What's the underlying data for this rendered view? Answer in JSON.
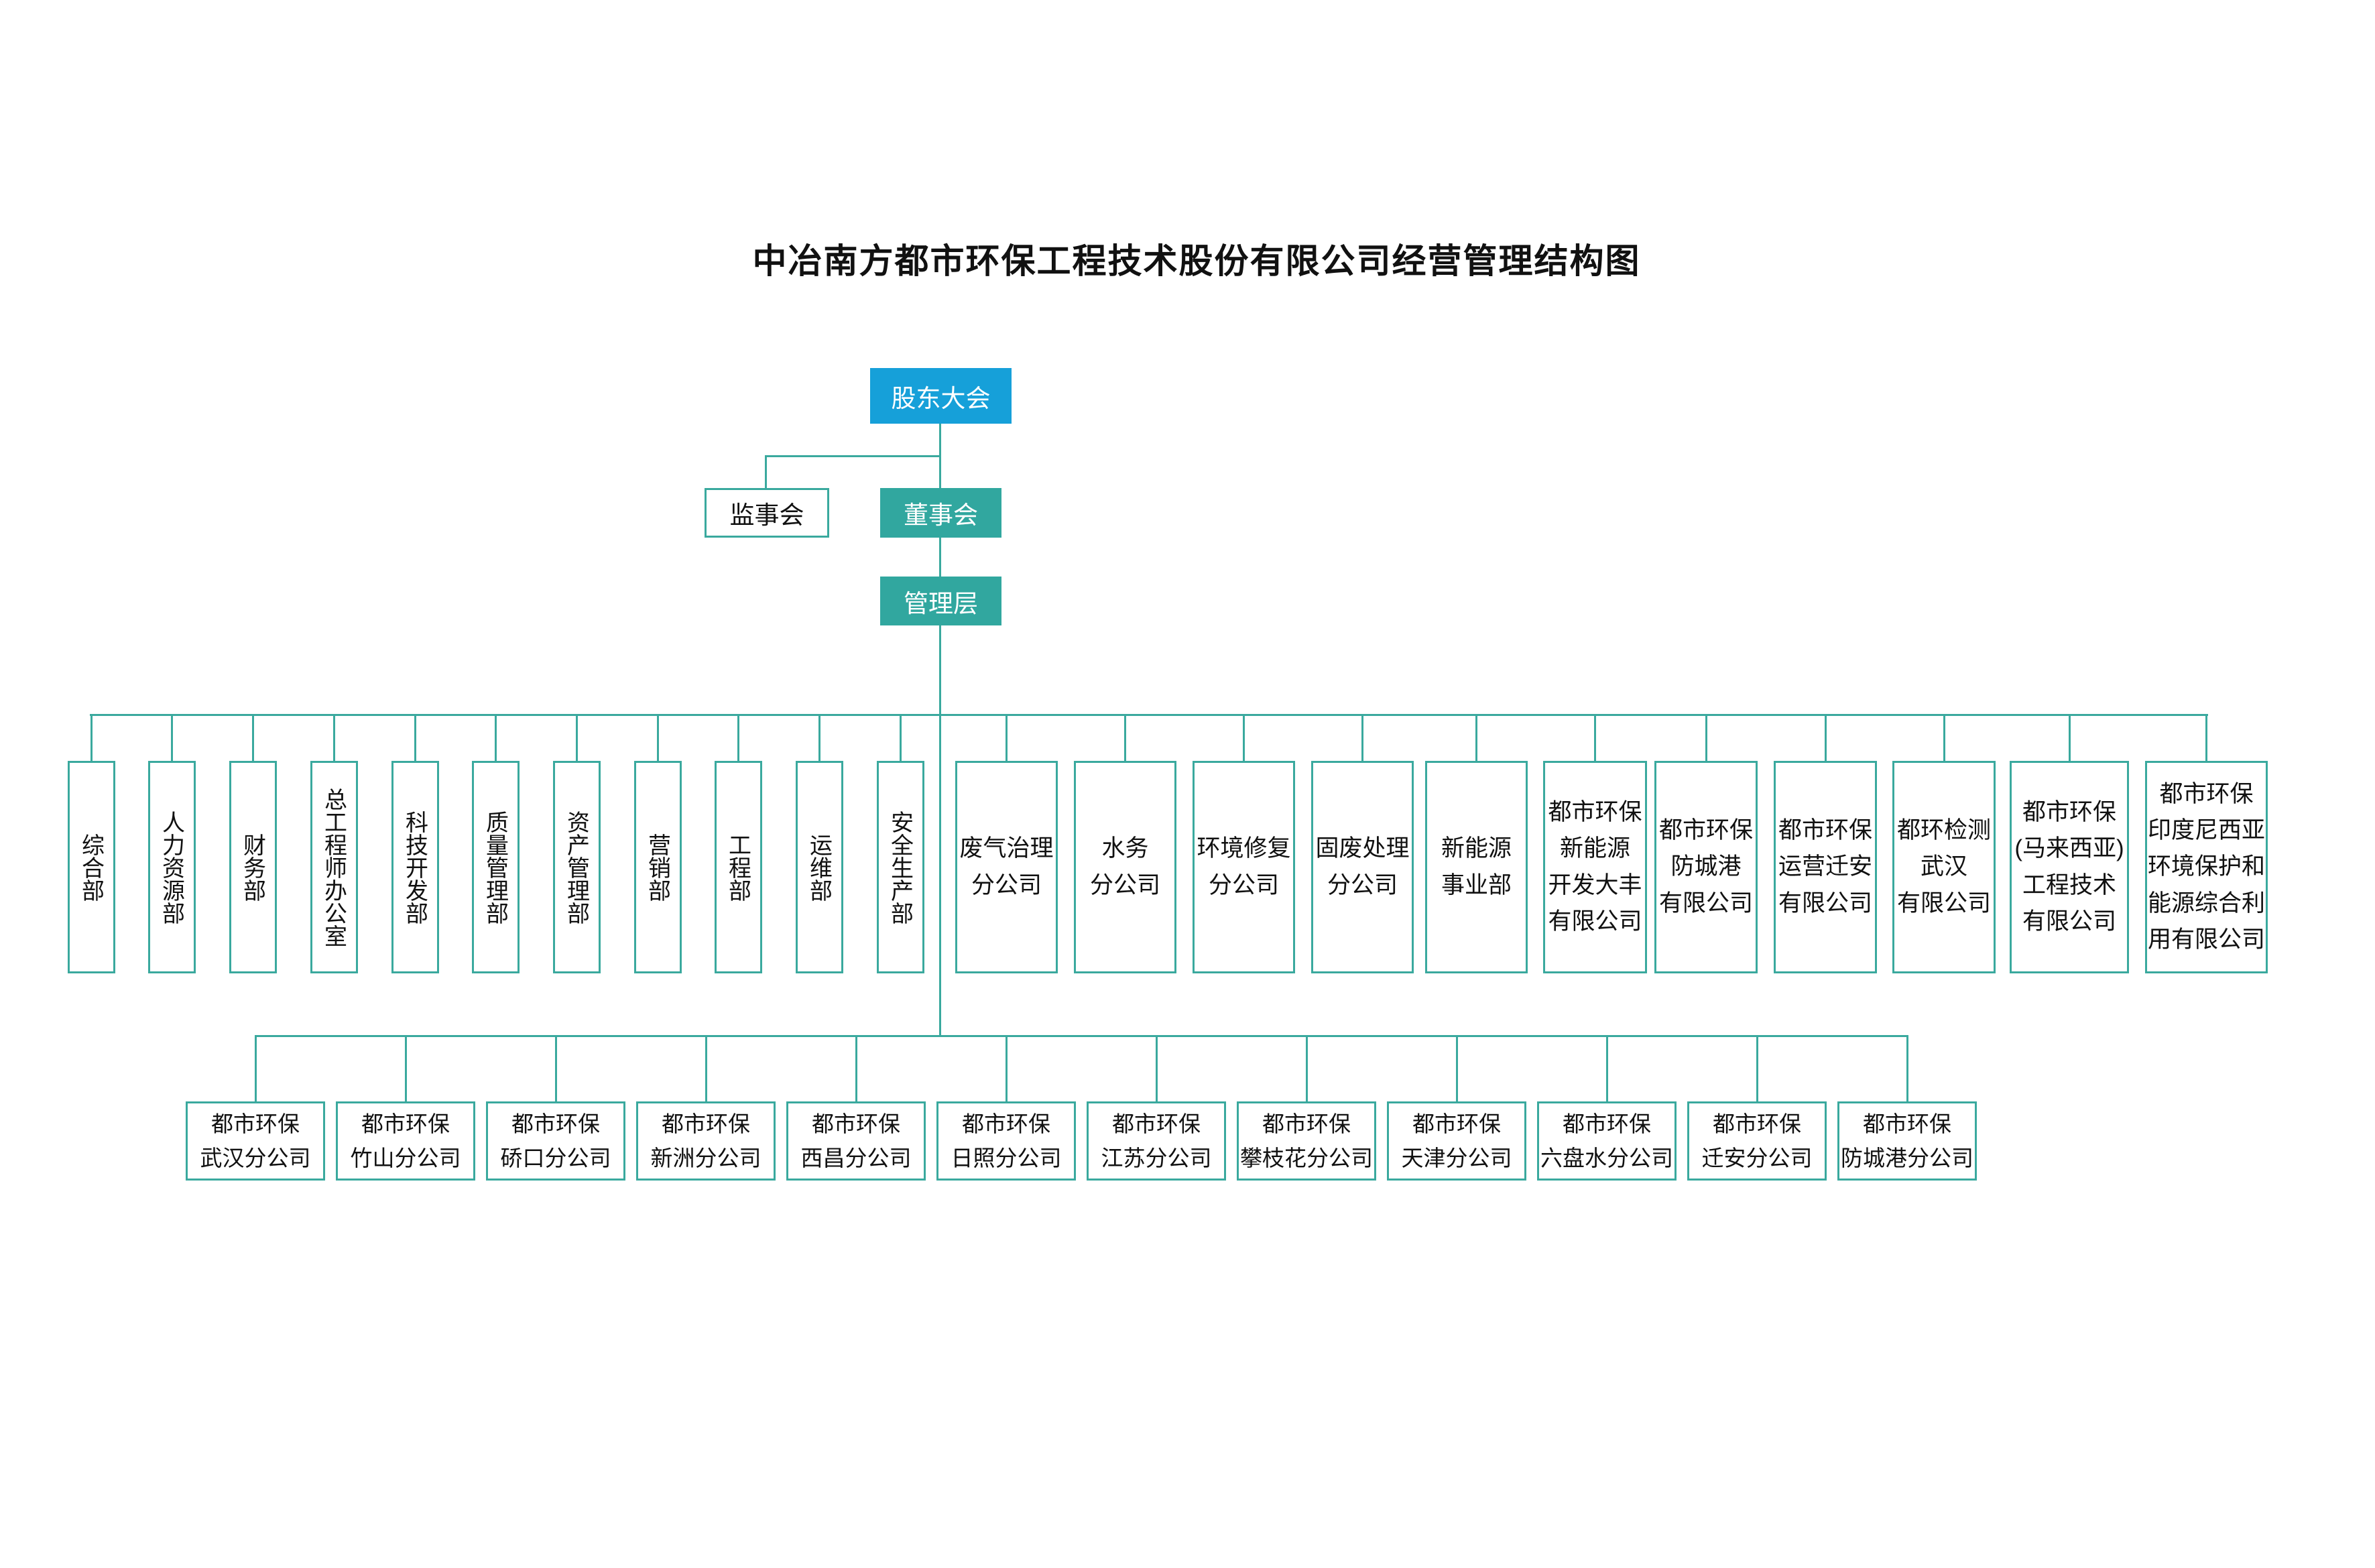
{
  "title": "中冶南方都市环保工程技术股份有限公司经营管理结构图",
  "colors": {
    "top_box_blue": "#16a0d9",
    "filled_box_teal": "#31a79f",
    "line_teal": "#3aa99e",
    "text_black": "#111111",
    "text_white": "#ffffff"
  },
  "governance": {
    "shareholders": "股东大会",
    "supervisors": "监事会",
    "board": "董事会",
    "management": "管理层"
  },
  "departments": [
    "综合部",
    "人力资源部",
    "财务部",
    "总工程师办公室",
    "科技开发部",
    "质量管理部",
    "资产管理部",
    "营销部",
    "工程部",
    "运维部",
    "安全生产部"
  ],
  "branches": [
    "废气治理\n分公司",
    "水务\n分公司",
    "环境修复\n分公司",
    "固废处理\n分公司",
    "新能源\n事业部",
    "都市环保\n新能源\n开发大丰\n有限公司",
    "都市环保\n防城港\n有限公司",
    "都市环保\n运营迁安\n有限公司",
    "都环检测\n武汉\n有限公司",
    "都市环保\n(马来西亚)\n工程技术\n有限公司",
    "都市环保\n印度尼西亚\n环境保护和\n能源综合利\n用有限公司"
  ],
  "subsidiaries": [
    "都市环保\n武汉分公司",
    "都市环保\n竹山分公司",
    "都市环保\n硚口分公司",
    "都市环保\n新洲分公司",
    "都市环保\n西昌分公司",
    "都市环保\n日照分公司",
    "都市环保\n江苏分公司",
    "都市环保\n攀枝花分公司",
    "都市环保\n天津分公司",
    "都市环保\n六盘水分公司",
    "都市环保\n迁安分公司",
    "都市环保\n防城港分公司"
  ]
}
